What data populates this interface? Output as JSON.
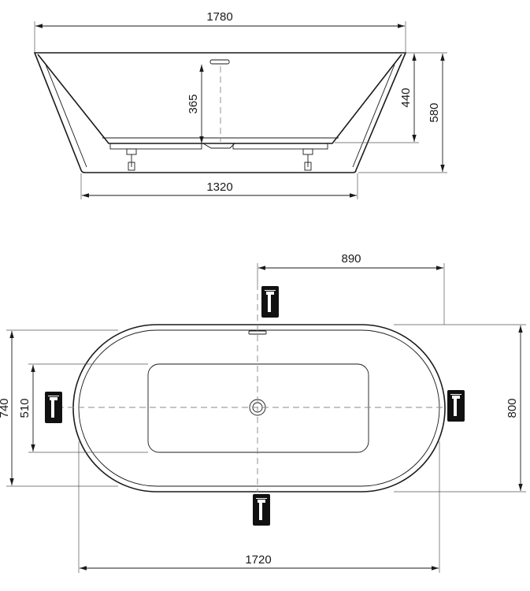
{
  "side_view": {
    "top_width": "1780",
    "inner_depth": "365",
    "rim_height": "440",
    "total_height": "580",
    "base_width": "1320"
  },
  "top_view": {
    "half_length": "890",
    "outer_width": "740",
    "inner_width": "510",
    "overall_depth": "800",
    "inner_length": "1720"
  },
  "colors": {
    "line": "#1a1a1a",
    "centerline": "#888888",
    "faucet_icon": "#111111"
  }
}
